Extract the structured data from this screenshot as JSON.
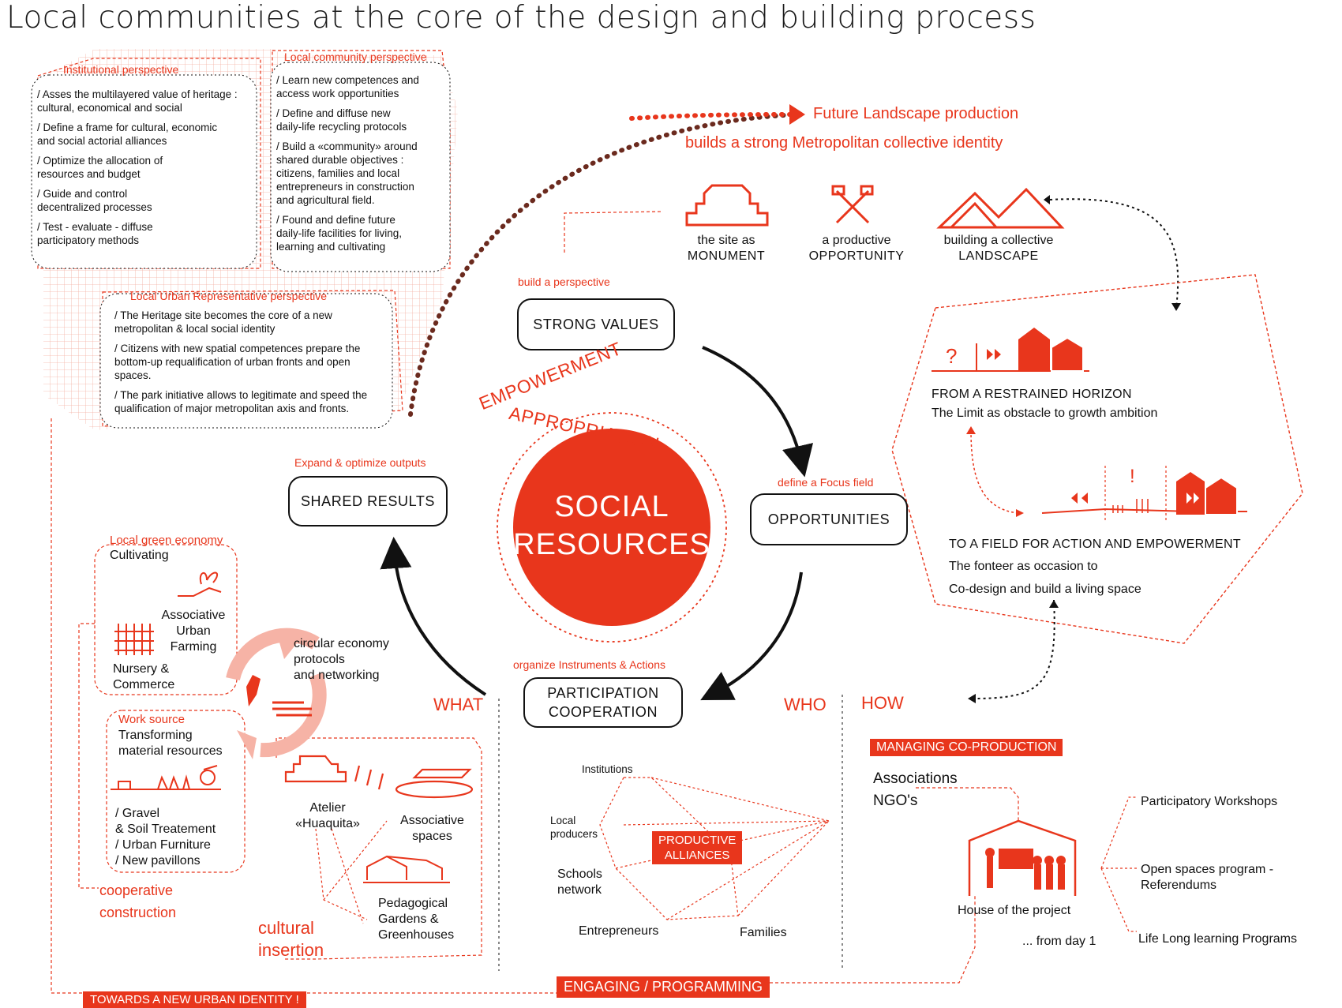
{
  "title": "Local communities at the core of the design and building process",
  "colors": {
    "accent": "#e8361c",
    "ink": "#111111",
    "pale": "#f6b3a6"
  },
  "future": {
    "line1": "Future Landscape production",
    "line2": "builds a strong Metropolitan collective identity"
  },
  "institutional": {
    "heading": "Institutional perspective",
    "items": [
      "/  Asses the multilayered value of heritage :\n   cultural, economical and social",
      "/  Define a frame for cultural, economic\n   and social actorial alliances",
      "/  Optimize the allocation of\n   resources and budget",
      "/  Guide and control\n   decentralized processes",
      "/  Test - evaluate - diffuse\n   participatory methods"
    ]
  },
  "community": {
    "heading": "Local community perspective",
    "items": [
      "/  Learn new competences and\n   access work opportunities",
      "/  Define and diffuse new\n   daily-life recycling protocols",
      "/  Build a «community» around\n   shared durable objectives :\n   citizens, families and local\n   entrepreneurs in construction\n   and agricultural field.",
      "/  Found and define future\n   daily-life facilities for living,\n   learning and cultivating"
    ]
  },
  "urban": {
    "heading": "Local Urban Representative perspective",
    "items": [
      "/ The Heritage site becomes the core of a new\n  metropolitan & local social identity",
      "/ Citizens with new spatial competences prepare the\n  bottom-up requalification of urban fronts and open\n  spaces.",
      "/ The park initiative allows to legitimate and speed the\n  qualification of major metropolitan axis and fronts."
    ]
  },
  "values_icons": [
    {
      "icon": "monument-icon",
      "line1": "the site as",
      "line2": "MONUMENT"
    },
    {
      "icon": "hammers-icon",
      "line1": "a productive",
      "line2": "OPPORTUNITY"
    },
    {
      "icon": "mountains-icon",
      "line1": "building a collective",
      "line2": "LANDSCAPE"
    }
  ],
  "cycle": {
    "build_label": "build a perspective",
    "strong": "STRONG  VALUES",
    "focus_label": "define a Focus field",
    "opportunities": "OPPORTUNITIES",
    "organize_label": "organize Instruments & Actions",
    "participation": "PARTICIPATION\nCOOPERATION",
    "expand_label": "Expand & optimize outputs",
    "shared": "SHARED RESULTS",
    "center_line1": "SOCIAL",
    "center_line2": "RESOURCES",
    "arc1": "EMPOWERMENT",
    "arc2": "APPROPRIATION"
  },
  "horizon": {
    "q": "?",
    "line1": "FROM A RESTRAINED HORIZON",
    "line2": "The Limit as obstacle to growth ambition",
    "excl": "!",
    "line3": "TO  A FIELD FOR ACTION AND EMPOWERMENT",
    "line4": "The fonteer as occasion to",
    "line5": "Co-design and build a living space"
  },
  "sections": {
    "what": "WHAT",
    "who": "WHO",
    "how": "HOW"
  },
  "green": {
    "heading": "Local green economy",
    "sub": "Cultivating",
    "farming": "Associative\nUrban\nFarming",
    "nursery": "Nursery &\nCommerce",
    "circular": "circular economy\nprotocols\nand networking"
  },
  "work": {
    "heading": "Work source",
    "sub": "Transforming\nmaterial resources",
    "items": "/  Gravel\n   & Soil Treatement\n/  Urban Furniture\n/  New pavillons",
    "coop1": "cooperative",
    "coop2": "construction"
  },
  "culture": {
    "atelier": "Atelier\n«Huaquita»",
    "spaces": "Associative\nspaces",
    "gardens": "Pedagogical\nGardens &\nGreenhouses",
    "label": "cultural\ninsertion"
  },
  "who": {
    "institutions": "Institutions",
    "producers": "Local\nproducers",
    "schools": "Schools\nnetwork",
    "entrepreneurs": "Entrepreneurs",
    "families": "Families",
    "alliances": "PRODUCTIVE\nALLIANCES"
  },
  "how": {
    "managing": "MANAGING CO-PRODUCTION",
    "associations": "Associations",
    "ngos": "NGO's",
    "house": "House of the project",
    "day": "... from day 1",
    "workshops": "Participatory Workshops",
    "open": "Open spaces program -\nReferendums",
    "life": "Life Long learning Programs"
  },
  "tags": {
    "engaging": "ENGAGING / PROGRAMMING",
    "identity": "TOWARDS A NEW URBAN IDENTITY !"
  }
}
